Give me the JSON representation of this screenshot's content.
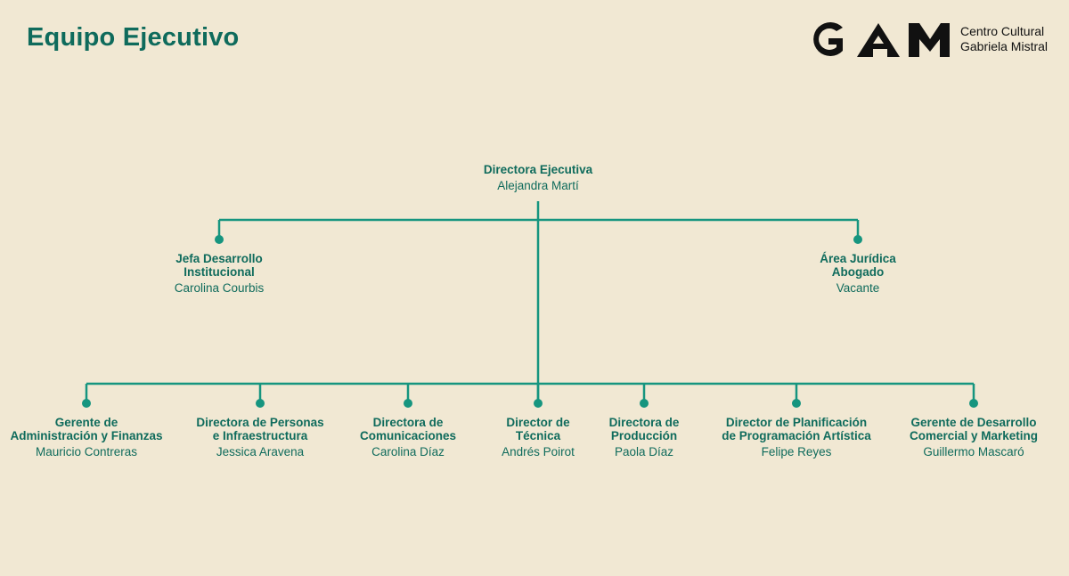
{
  "header": {
    "title": "Equipo Ejecutivo",
    "logo": {
      "mark_text": "GAM",
      "line1": "Centro Cultural",
      "line2": "Gabriela Mistral"
    }
  },
  "colors": {
    "accent": "#16957f",
    "text": "#0f6b5c",
    "background": "#f1e8d3"
  },
  "org": {
    "root": {
      "role": [
        "Directora Ejecutiva"
      ],
      "name": "Alejandra Martí"
    },
    "advisors": [
      {
        "role": [
          "Jefa Desarrollo",
          "Institucional"
        ],
        "name": "Carolina Courbis"
      },
      {
        "role": [
          "Área Jurídica",
          "Abogado"
        ],
        "name": "Vacante"
      }
    ],
    "directors": [
      {
        "role": [
          "Gerente de",
          "Administración y Finanzas"
        ],
        "name": "Mauricio Contreras"
      },
      {
        "role": [
          "Directora de Personas",
          "e Infraestructura"
        ],
        "name": "Jessica Aravena"
      },
      {
        "role": [
          "Directora de",
          "Comunicaciones"
        ],
        "name": "Carolina Díaz"
      },
      {
        "role": [
          "Director de",
          "Técnica"
        ],
        "name": "Andrés Poirot"
      },
      {
        "role": [
          "Directora de",
          "Producción"
        ],
        "name": "Paola Díaz"
      },
      {
        "role": [
          "Director de Planificación",
          "de Programación Artística"
        ],
        "name": "Felipe Reyes"
      },
      {
        "role": [
          "Gerente de Desarrollo",
          "Comercial y Marketing"
        ],
        "name": "Guillermo Mascaró"
      }
    ]
  }
}
